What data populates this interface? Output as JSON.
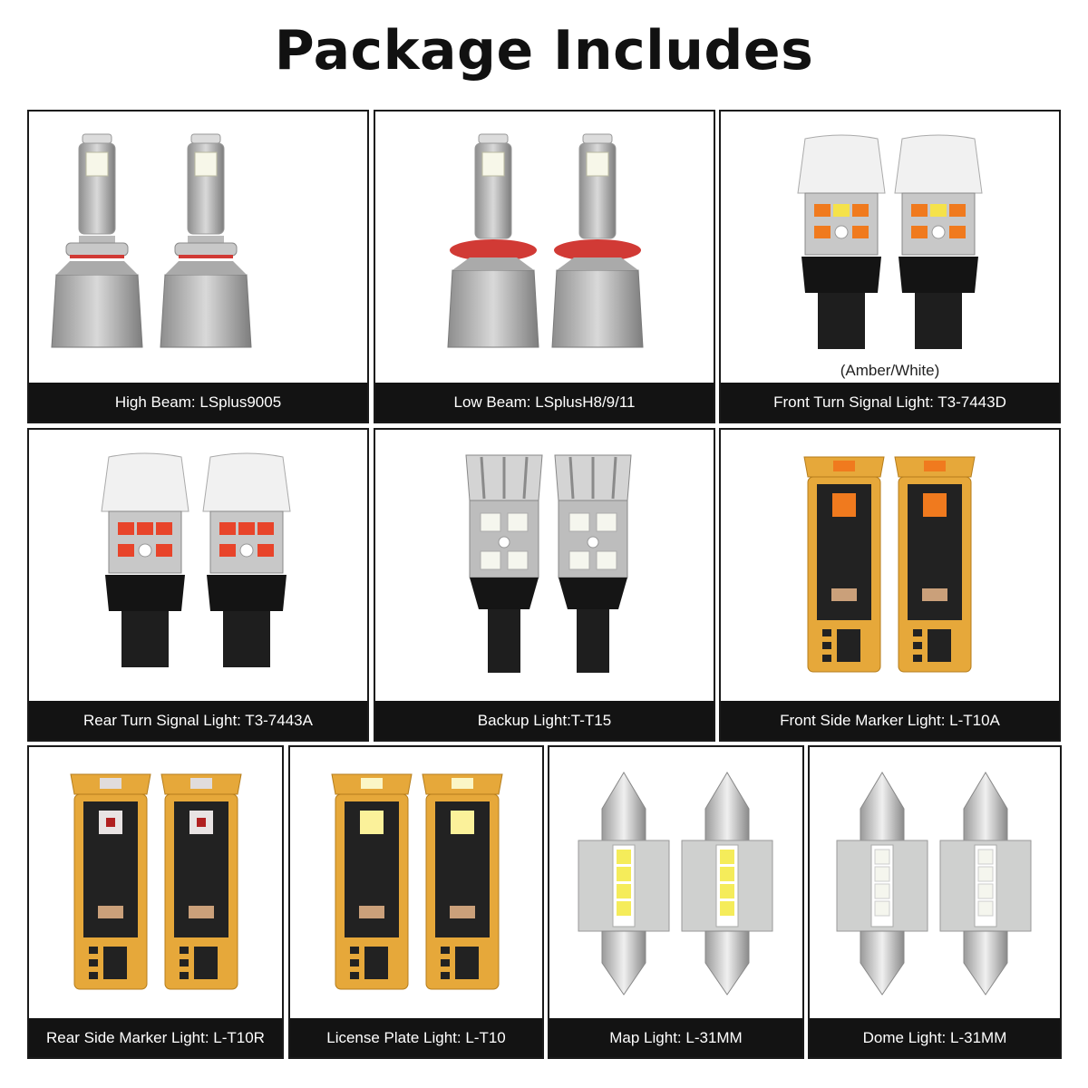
{
  "title": "Package Includes",
  "products": [
    {
      "label": "High Beam: LSplus9005",
      "icon": "headlight-bulb-icon"
    },
    {
      "label": "Low Beam: LSplusH8/9/11",
      "icon": "headlight-bulb-icon"
    },
    {
      "label": "Front Turn Signal Light: T3-7443D",
      "note": "(Amber/White)",
      "icon": "wedge-bulb-icon"
    },
    {
      "label": "Rear Turn Signal Light: T3-7443A",
      "icon": "wedge-bulb-icon"
    },
    {
      "label": "Backup Light:T-T15",
      "icon": "t15-bulb-icon"
    },
    {
      "label": "Front Side Marker Light: L-T10A",
      "icon": "t10-bulb-icon"
    },
    {
      "label": "Rear Side Marker Light: L-T10R",
      "icon": "t10-bulb-icon"
    },
    {
      "label": "License Plate Light: L-T10",
      "icon": "t10-bulb-icon"
    },
    {
      "label": "Map Light: L-31MM",
      "icon": "festoon-bulb-icon"
    },
    {
      "label": "Dome Light: L-31MM",
      "icon": "festoon-bulb-icon"
    }
  ],
  "colors": {
    "label_bg": "#131313",
    "amber": "#f07a1e",
    "red": "#e8442a",
    "cool_white": "#f5f6ee",
    "pcb_gold": "#e6a83a",
    "socket_red": "#d13a35"
  }
}
